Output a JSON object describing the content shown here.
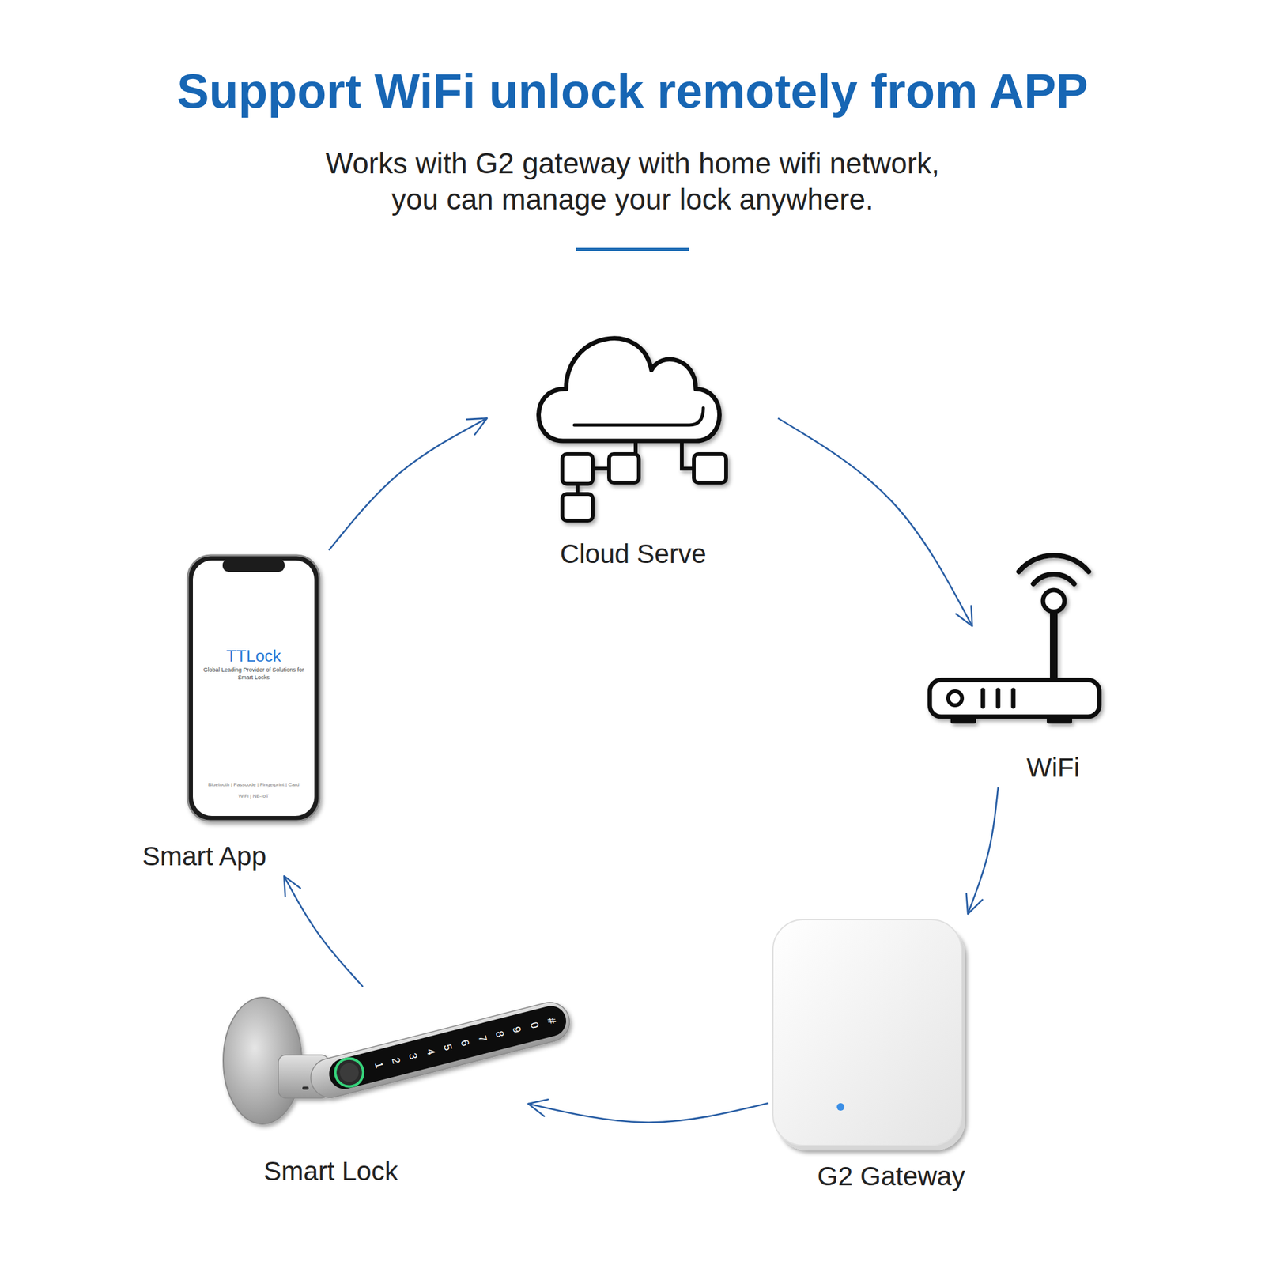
{
  "diagram": {
    "title": "Support WiFi unlock remotely from APP",
    "nodes": [
      {
        "text": [
          "Cloud Serve"
        ]
      },
      {
        "text": [
          "TTLock",
          "Global Leading Provider of Solutions for Smart Locks",
          "Bluetooth | Passcode | Fingerprint | Card WiFi | NB-IoT",
          "Smart App"
        ]
      },
      {
        "text": [
          "WiFi"
        ]
      },
      {
        "text": [
          "Smart Lock"
        ]
      },
      {
        "text": [
          "G2 Gateway"
        ]
      }
    ],
    "edges": [
      {
        "from": 1,
        "to": 0,
        "arrow": "to"
      },
      {
        "from": 0,
        "to": 2,
        "arrow": "to"
      },
      {
        "from": 2,
        "to": 4,
        "arrow": "to"
      },
      {
        "from": 4,
        "to": 3,
        "arrow": "to"
      },
      {
        "from": 3,
        "to": 1,
        "arrow": "to"
      }
    ],
    "labels": [
      "Works with G2 gateway with home wifi network, you can manage your lock anywhere.",
      "1",
      "2",
      "3",
      "4",
      "5",
      "6",
      "7",
      "8",
      "9",
      "0",
      "#"
    ]
  }
}
